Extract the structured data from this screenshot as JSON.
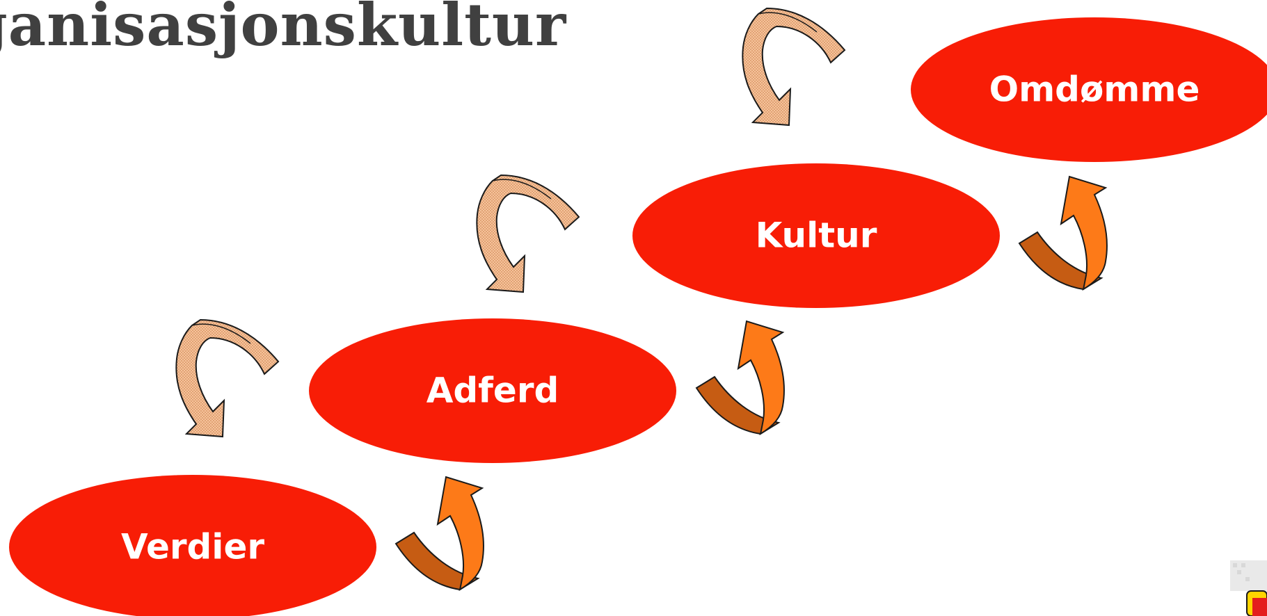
{
  "slide": {
    "title": "ganisasjonskultur",
    "node_color": "#f81d06",
    "up_arrow_front": "#fd7a18",
    "up_arrow_back": "#c65c13",
    "back_arrow_fill": "#f4b88c",
    "nodes": [
      {
        "id": "verdier",
        "label": "Verdier"
      },
      {
        "id": "adferd",
        "label": "Adferd"
      },
      {
        "id": "kultur",
        "label": "Kultur"
      },
      {
        "id": "omdomme",
        "label": "Omdømme"
      }
    ]
  }
}
